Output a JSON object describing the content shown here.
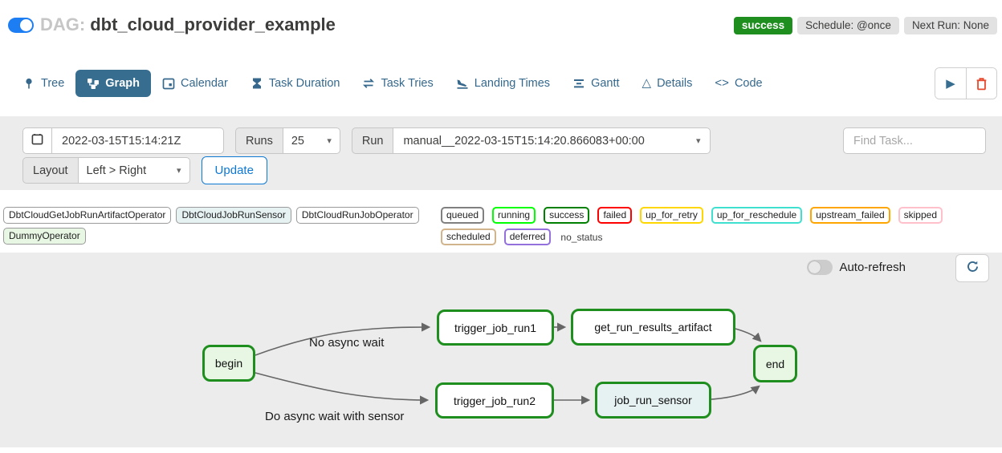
{
  "header": {
    "dag_prefix": "DAG:",
    "dag_title": "dbt_cloud_provider_example",
    "toggle_state": "on",
    "status_badge": "success",
    "schedule_badge": "Schedule: @once",
    "next_run_badge": "Next Run: None"
  },
  "tabs": {
    "items": [
      {
        "label": "Tree",
        "icon": "tree-pin-icon",
        "active": false
      },
      {
        "label": "Graph",
        "icon": "graph-nodes-icon",
        "active": true
      },
      {
        "label": "Calendar",
        "icon": "calendar-icon",
        "active": false
      },
      {
        "label": "Task Duration",
        "icon": "hourglass-icon",
        "active": false
      },
      {
        "label": "Task Tries",
        "icon": "repeat-icon",
        "active": false
      },
      {
        "label": "Landing Times",
        "icon": "landing-plane-icon",
        "active": false
      },
      {
        "label": "Gantt",
        "icon": "gantt-bars-icon",
        "active": false
      },
      {
        "label": "Details",
        "icon": "triangle-icon",
        "active": false
      },
      {
        "label": "Code",
        "icon": "code-brackets-icon",
        "active": false
      }
    ],
    "icon_glyphs": {
      "triangle": "△",
      "code": "<>",
      "play": "▶",
      "chevron_down": "▾"
    }
  },
  "actions": {
    "play": "trigger-dag",
    "delete": "delete-dag"
  },
  "filters": {
    "base_date_value": "2022-03-15T15:14:21Z",
    "runs_label": "Runs",
    "runs_value": "25",
    "run_label": "Run",
    "run_value": "manual__2022-03-15T15:14:20.866083+00:00",
    "find_task_placeholder": "Find Task...",
    "layout_label": "Layout",
    "layout_value": "Left > Right",
    "update_label": "Update"
  },
  "legend": {
    "operators": [
      {
        "label": "DbtCloudGetJobRunArtifactOperator",
        "fill": "#ffffff"
      },
      {
        "label": "DbtCloudJobRunSensor",
        "fill": "#e6f1f2"
      },
      {
        "label": "DbtCloudRunJobOperator",
        "fill": "#ffffff"
      },
      {
        "label": "DummyOperator",
        "fill": "#e8f7e4"
      }
    ],
    "states": [
      {
        "label": "queued",
        "color": "#808080"
      },
      {
        "label": "running",
        "color": "#00ff00"
      },
      {
        "label": "success",
        "color": "#008000"
      },
      {
        "label": "failed",
        "color": "#ff0000"
      },
      {
        "label": "up_for_retry",
        "color": "#ffd700"
      },
      {
        "label": "up_for_reschedule",
        "color": "#40e0d0"
      },
      {
        "label": "upstream_failed",
        "color": "#ffa500"
      },
      {
        "label": "skipped",
        "color": "#ffc0cb"
      },
      {
        "label": "scheduled",
        "color": "#d2b48c"
      },
      {
        "label": "deferred",
        "color": "#9370db"
      }
    ],
    "no_status_label": "no_status"
  },
  "graph": {
    "auto_refresh_label": "Auto-refresh",
    "auto_refresh_on": false,
    "edge_labels": [
      {
        "text": "No async wait"
      },
      {
        "text": "Do async wait with sensor"
      }
    ],
    "nodes": [
      {
        "id": "begin",
        "label": "begin",
        "fill": "#e8f7e4",
        "border": "#1e8e1e"
      },
      {
        "id": "trigger_job_run1",
        "label": "trigger_job_run1",
        "fill": "#ffffff",
        "border": "#1e8e1e"
      },
      {
        "id": "get_run_results_artifact",
        "label": "get_run_results_artifact",
        "fill": "#ffffff",
        "border": "#1e8e1e"
      },
      {
        "id": "trigger_job_run2",
        "label": "trigger_job_run2",
        "fill": "#ffffff",
        "border": "#1e8e1e"
      },
      {
        "id": "job_run_sensor",
        "label": "job_run_sensor",
        "fill": "#e6f1f2",
        "border": "#1e8e1e"
      },
      {
        "id": "end",
        "label": "end",
        "fill": "#e8f7e4",
        "border": "#1e8e1e"
      }
    ],
    "edges": [
      {
        "from": "begin",
        "to": "trigger_job_run1"
      },
      {
        "from": "begin",
        "to": "trigger_job_run2"
      },
      {
        "from": "trigger_job_run1",
        "to": "get_run_results_artifact"
      },
      {
        "from": "trigger_job_run2",
        "to": "job_run_sensor"
      },
      {
        "from": "get_run_results_artifact",
        "to": "end"
      },
      {
        "from": "job_run_sensor",
        "to": "end"
      }
    ]
  },
  "colors": {
    "accent_blue": "#0d78d2",
    "toggle_blue": "#1d7df2",
    "tab_blue": "#35688c",
    "active_tab_bg": "#376e90",
    "success_green": "#1e8e1e",
    "node_border_green": "#1e8e1e",
    "delete_red": "#e64a2e",
    "panel_gray": "#ececec",
    "edge_gray": "#666666"
  }
}
